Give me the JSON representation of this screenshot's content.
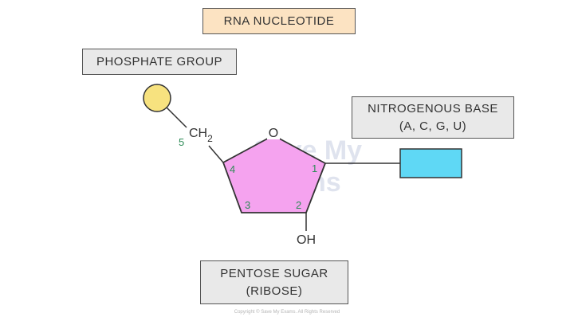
{
  "title": "RNA NUCLEOTIDE",
  "labels": {
    "phosphate": "PHOSPHATE GROUP",
    "base_line1": "NITROGENOUS BASE",
    "base_line2": "(A, C, G, U)",
    "sugar_line1": "PENTOSE SUGAR",
    "sugar_line2": "(RIBOSE)"
  },
  "chemistry": {
    "ring_oxygen": "O",
    "ch2_main": "CH",
    "ch2_sub": "2",
    "hydroxyl": "OH"
  },
  "carbon_numbers": {
    "c1": "1",
    "c2": "2",
    "c3": "3",
    "c4": "4",
    "c5": "5"
  },
  "watermark": {
    "line1": "Save My",
    "line2": "Exams"
  },
  "copyright": "Copyright © Save My Exams. All Rights Reserved",
  "colors": {
    "title_bg": "#fce3c2",
    "label_bg": "#e9e9e9",
    "phosphate": "#f7e27f",
    "sugar": "#f5a3ef",
    "base": "#5fd8f5",
    "numbers": "#2e8b57"
  }
}
